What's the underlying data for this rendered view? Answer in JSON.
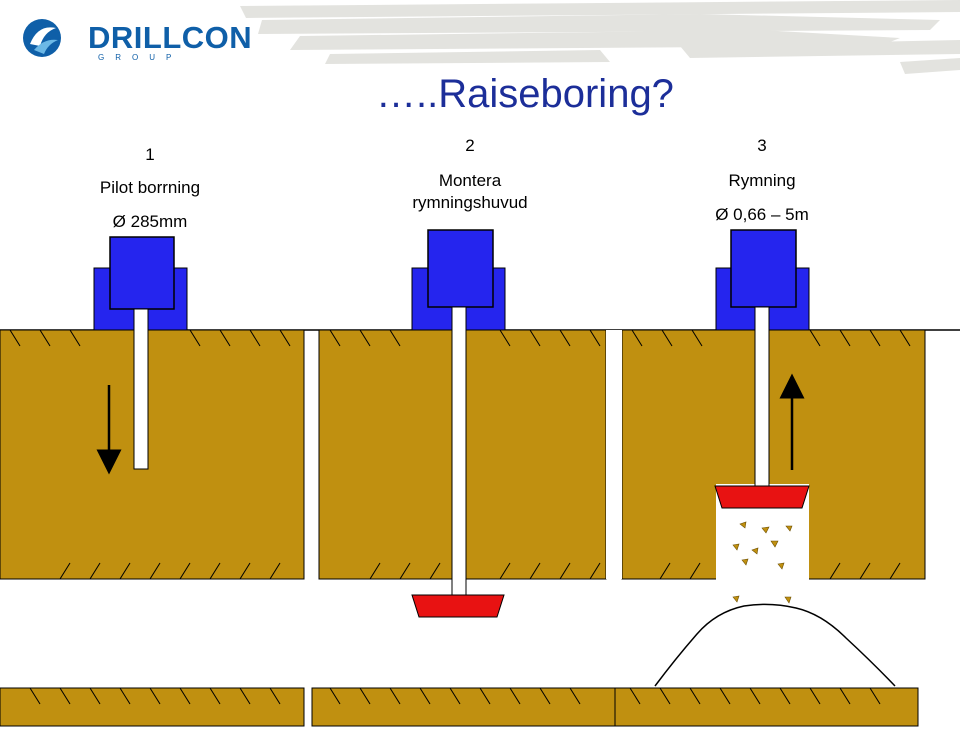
{
  "logo": {
    "name": "DRILLCON",
    "sub": "GROUP"
  },
  "title": "…..Raiseboring?",
  "steps": [
    {
      "number": "1",
      "name": "Pilot borrning",
      "detail": "Ø 285mm"
    },
    {
      "number": "2",
      "name": "Montera",
      "name_line2": "rymningshuvud"
    },
    {
      "number": "3",
      "name": "Rymning",
      "detail": "Ø 0,66 – 5m"
    }
  ],
  "colors": {
    "rock": "#c09010",
    "rig": "#2525ee",
    "reamer": "#e81212",
    "cuttings": "#c09010",
    "title": "#1c2e99",
    "logo": "#0f5fa8"
  }
}
